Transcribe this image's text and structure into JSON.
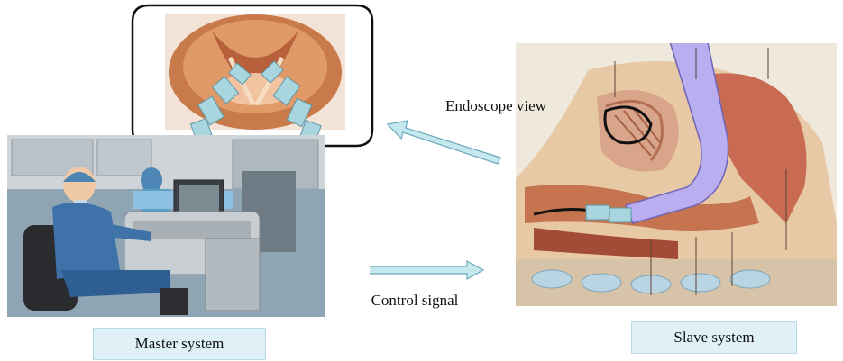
{
  "captions": {
    "endoscope_view": "Endoscope view",
    "control_signal": "Control signal"
  },
  "labels": {
    "master": "Master system",
    "slave": "Slave system"
  },
  "colors": {
    "arrow_fill": "#c5e8ef",
    "arrow_stroke": "#6aa9b8",
    "label_bg": "#dff1f7",
    "instrument": "#b9aef0"
  }
}
